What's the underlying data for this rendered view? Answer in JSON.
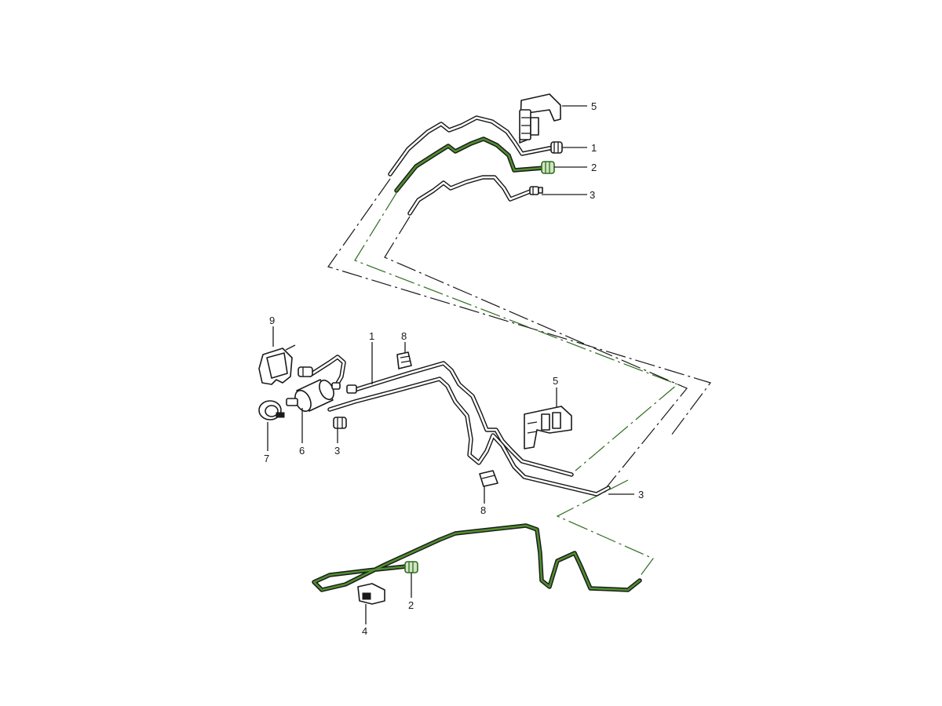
{
  "colors": {
    "line": "#1a1a1a",
    "highlight": "#4f8f2f",
    "highlight_dark": "#2f6b1f",
    "background": "#ffffff"
  },
  "callouts": [
    {
      "id": "top-5",
      "label": "5"
    },
    {
      "id": "top-1",
      "label": "1"
    },
    {
      "id": "top-2",
      "label": "2"
    },
    {
      "id": "top-3",
      "label": "3"
    },
    {
      "id": "mid-9",
      "label": "9"
    },
    {
      "id": "mid-1",
      "label": "1"
    },
    {
      "id": "mid-8a",
      "label": "8"
    },
    {
      "id": "mid-5",
      "label": "5"
    },
    {
      "id": "mid-7",
      "label": "7"
    },
    {
      "id": "mid-6",
      "label": "6"
    },
    {
      "id": "mid-3",
      "label": "3"
    },
    {
      "id": "mid-8b",
      "label": "8"
    },
    {
      "id": "right-3",
      "label": "3"
    },
    {
      "id": "bot-2",
      "label": "2"
    },
    {
      "id": "bot-4",
      "label": "4"
    }
  ]
}
